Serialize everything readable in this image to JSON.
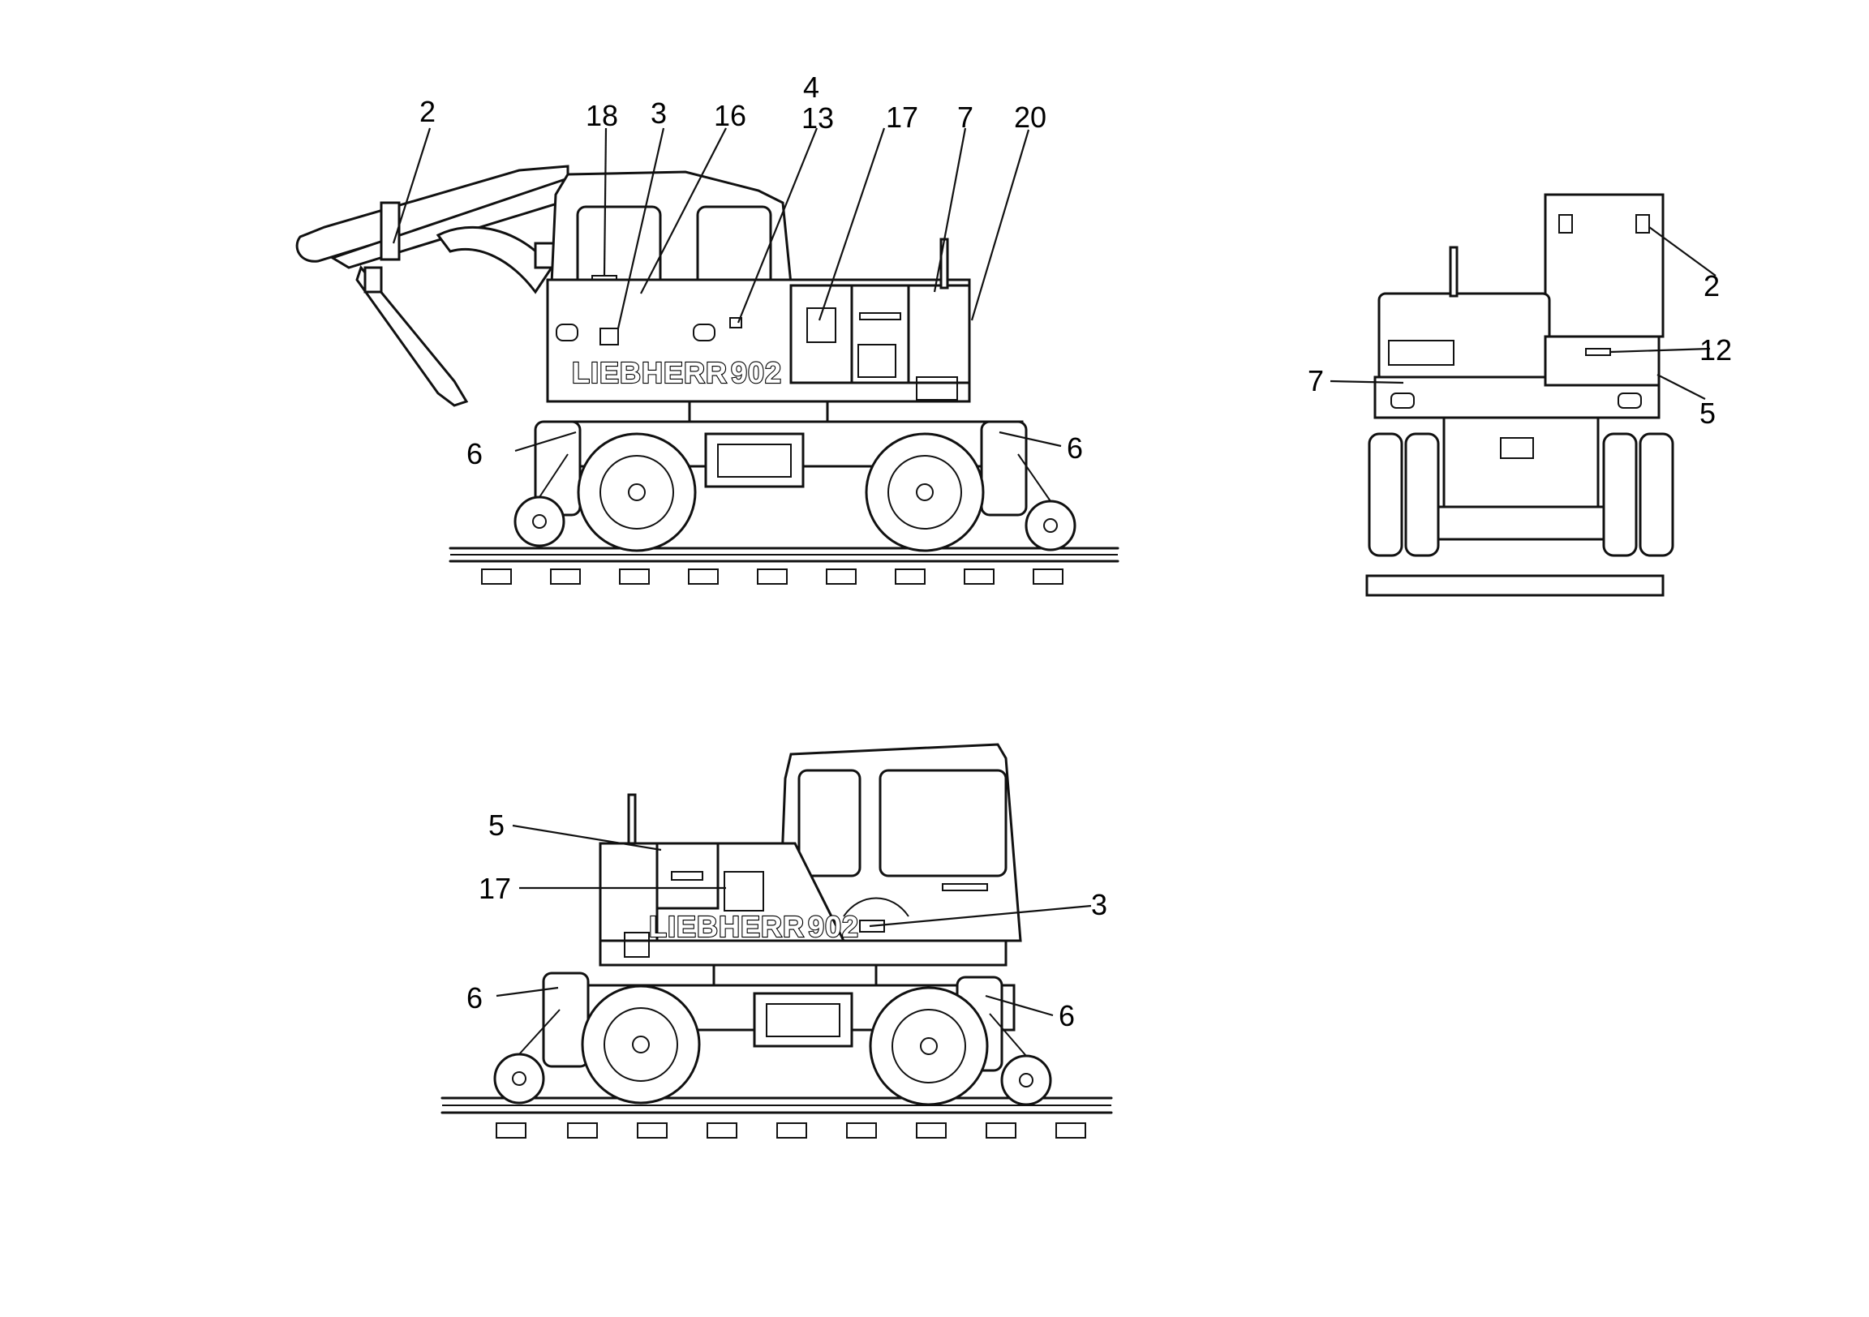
{
  "figure": {
    "brand_text": "LIEBHERR",
    "model_text": "902",
    "views": [
      {
        "id": "side-left",
        "callouts": [
          "2",
          "18",
          "3",
          "16",
          "4",
          "13",
          "17",
          "7",
          "20",
          "6",
          "6"
        ]
      },
      {
        "id": "rear",
        "callouts": [
          "2",
          "12",
          "5",
          "7"
        ]
      },
      {
        "id": "side-right",
        "callouts": [
          "5",
          "17",
          "3",
          "6",
          "6"
        ]
      }
    ]
  }
}
